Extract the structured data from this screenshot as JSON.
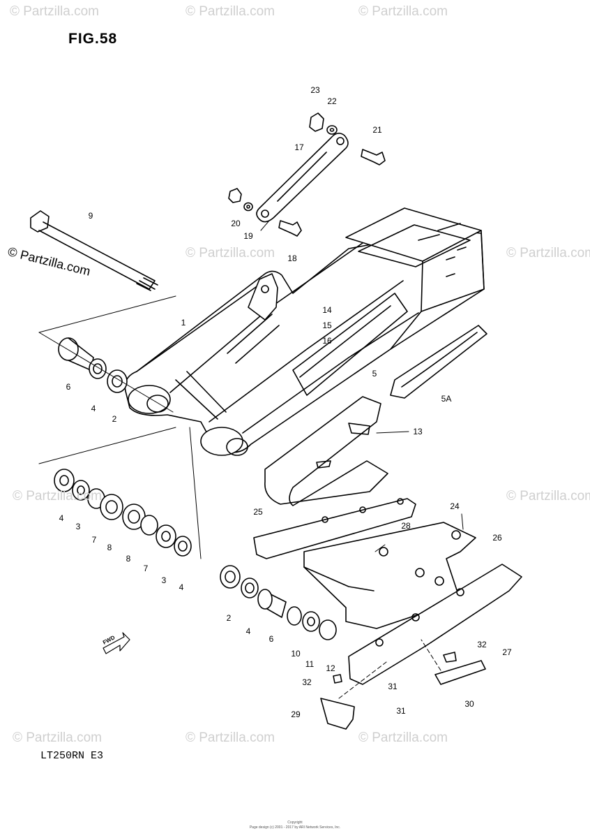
{
  "figure": {
    "title": "FIG.58",
    "model": "LT250RN E3"
  },
  "watermark": {
    "text": "© Partzilla.com",
    "prominent_text": "© Partzilla.com"
  },
  "fwd_label": "FWD",
  "copyright": {
    "line1": "Copyright",
    "line2": "Page design (c) 2001 - 2017 by ARI Network Services, Inc."
  },
  "callouts": [
    "1",
    "2",
    "2",
    "3",
    "3",
    "4",
    "4",
    "4",
    "4",
    "5",
    "5A",
    "6",
    "6",
    "7",
    "7",
    "8",
    "8",
    "9",
    "10",
    "11",
    "12",
    "13",
    "14",
    "15",
    "16",
    "17",
    "18",
    "19",
    "20",
    "21",
    "22",
    "23",
    "24",
    "25",
    "26",
    "27",
    "28",
    "29",
    "30",
    "31",
    "31",
    "32",
    "32"
  ],
  "colors": {
    "line": "#000000",
    "watermark": "#cfcfcf",
    "background": "#ffffff"
  }
}
